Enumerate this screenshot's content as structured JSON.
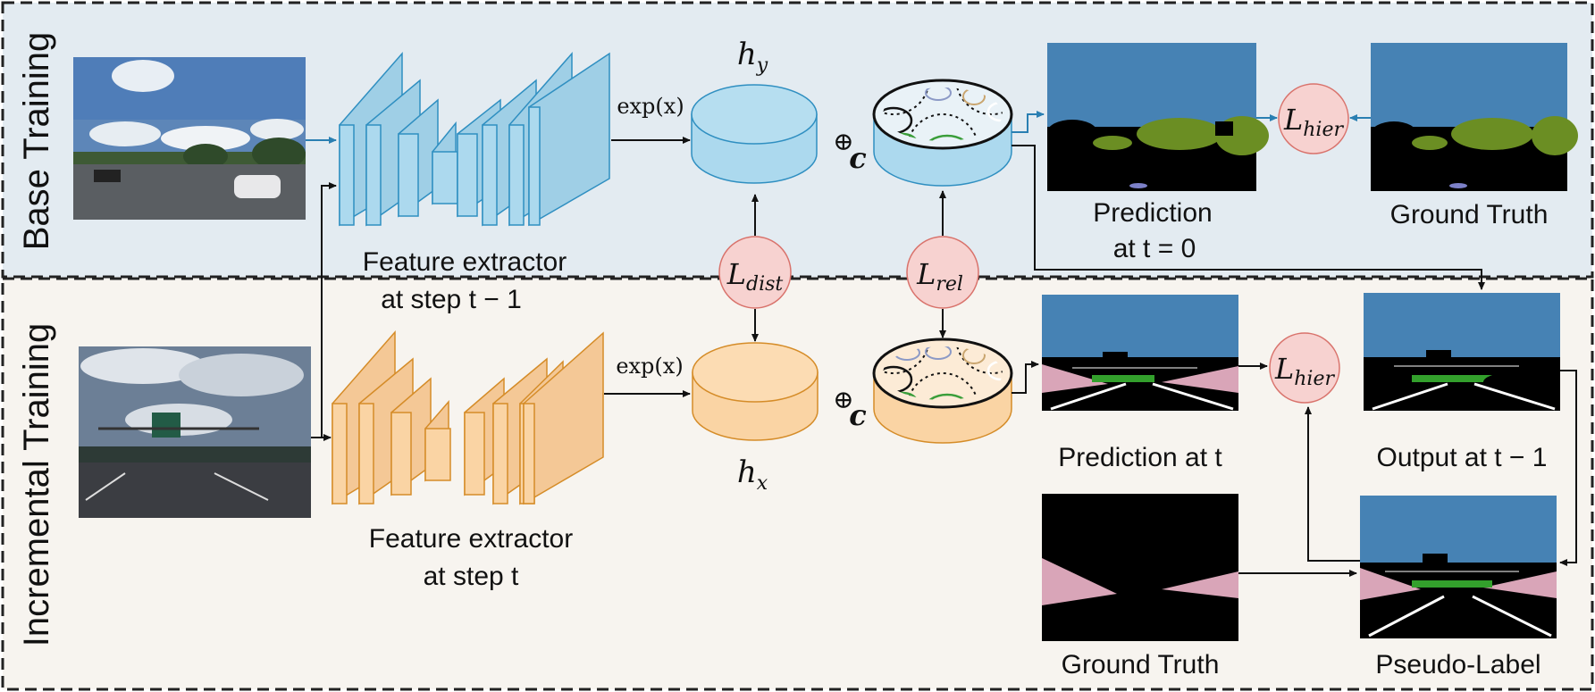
{
  "sections": {
    "base": "Base Training",
    "incremental": "Incremental Training"
  },
  "base": {
    "extractor_line1": "Feature extractor",
    "extractor_line2": "at step t − 1",
    "exp_label": "exp(x)",
    "hy_label": "h_y",
    "oplus_label": "⊕",
    "c_label": "c",
    "prediction_line1": "Prediction",
    "prediction_line2": "at t = 0",
    "ground_truth": "Ground Truth",
    "l_hier": "L_hier"
  },
  "losses": {
    "l_dist": "L_dist",
    "l_rel": "L_rel"
  },
  "incremental": {
    "extractor_line1": "Feature extractor",
    "extractor_line2": "at step t",
    "exp_label": "exp(x)",
    "hx_label": "h_x",
    "oplus_label": "⊕",
    "c_label": "c",
    "prediction": "Prediction at t",
    "output_prev": "Output at t − 1",
    "ground_truth": "Ground Truth",
    "pseudo_label": "Pseudo-Label",
    "l_hier": "L_hier"
  },
  "colors": {
    "base_bg": "#e3ebf1",
    "incr_bg": "#f7f4ef",
    "blue_block": "#acd9ee",
    "blue_stroke": "#2f8fc1",
    "orange_block": "#fad4a4",
    "orange_stroke": "#d58c28",
    "loss_fill": "#f7d2d0",
    "loss_stroke": "#d9736c",
    "sky": "#4682b4",
    "road_lines": "#ffffff",
    "vegetation": "#6b8e23",
    "sidewalk": "#d9a5b8",
    "traffic_sign": "#000000"
  }
}
